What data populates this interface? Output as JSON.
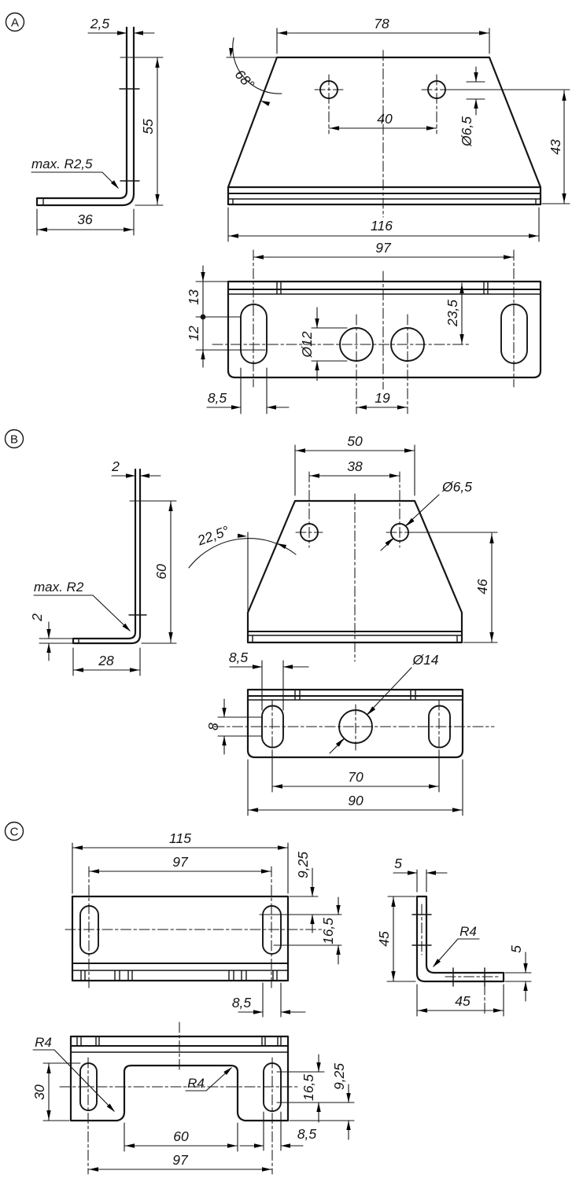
{
  "views": {
    "A": {
      "label": "A",
      "side": {
        "thickness": "2,5",
        "height": "55",
        "radius_note": "max. R2,5",
        "width": "36"
      },
      "front": {
        "top_width": "78",
        "angle": "68°",
        "hole_spacing": "40",
        "hole_dia": "Ø6,5",
        "height": "43",
        "bottom_width": "116"
      },
      "plan": {
        "slot_pitch": "97",
        "edge_to_slot": "13",
        "slot_length": "12",
        "hole_offset": "23,5",
        "hole_dia": "Ø12",
        "slot_width": "8,5",
        "hole_pitch": "19"
      }
    },
    "B": {
      "label": "B",
      "side": {
        "thickness": "2",
        "height": "60",
        "radius_note": "max. R2",
        "base_thickness": "2",
        "width": "28"
      },
      "front": {
        "top_width": "50",
        "hole_spacing": "38",
        "hole_dia": "Ø6,5",
        "angle": "22,5°",
        "height": "46"
      },
      "plan": {
        "slot_width": "8,5",
        "hole_dia": "Ø14",
        "slot_length": "8",
        "hole_pitch": "70",
        "width": "90"
      }
    },
    "C": {
      "label": "C",
      "plan_top": {
        "width": "115",
        "slot_pitch": "97",
        "edge_offset": "9,25",
        "slot_length": "16,5",
        "slot_width": "8,5"
      },
      "side": {
        "thickness": "5",
        "height": "45",
        "radius_note": "R4",
        "base_thickness": "5",
        "width": "45"
      },
      "plan_bottom": {
        "radius_note_left": "R4",
        "slot_span": "30",
        "radius_note_center": "R4",
        "cutout_width": "60",
        "slot_pitch": "97",
        "slot_length": "16,5",
        "edge_offset": "9,25",
        "slot_width": "8,5"
      }
    }
  }
}
